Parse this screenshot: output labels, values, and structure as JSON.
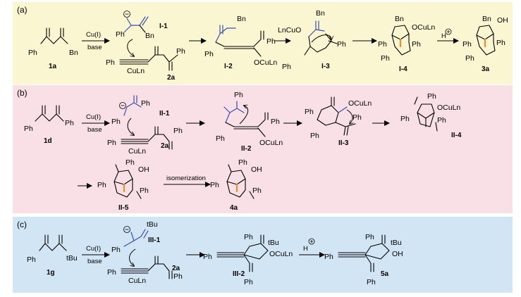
{
  "colors": {
    "panel_a": "#fbf6d2",
    "panel_b": "#f9dfe6",
    "panel_c": "#d2e5f5",
    "blue_bond": "#3a4fb0",
    "orange_bond": "#e8902a"
  },
  "panels": {
    "a": {
      "label": "(a)",
      "start": "1a",
      "start_groups": {
        "ph": "Ph",
        "bn": "Bn"
      },
      "conditions": {
        "catalyst": "Cu(I)",
        "base": "base"
      },
      "reagent": "2a",
      "intermediates": [
        "I-1",
        "I-2",
        "I-3",
        "I-4"
      ],
      "product": "3a",
      "acid": "H",
      "texts": {
        "i1_bn": "Bn",
        "i1_ph": "Ph",
        "r_ph": "Ph",
        "r_ph2": "Ph",
        "r_cul": "CuLn",
        "i2_bn": "Bn",
        "i2_ph": "Ph",
        "i2_ph2": "Ph",
        "i2_ocul": "OCuLn",
        "i3_bn": "Bn",
        "i3_lncu": "LnCuO",
        "i3_ph": "Ph",
        "i3_ph2": "Ph",
        "i4_bn": "Bn",
        "i4_ocul": "OCuLn",
        "i4_ph": "Ph",
        "i4_ph2": "Ph",
        "i4_ph3": "Ph",
        "p_bn": "Bn",
        "p_oh": "OH",
        "p_ph": "Ph",
        "p_ph2": "Ph",
        "p_ph3": "Ph"
      }
    },
    "b": {
      "label": "(b)",
      "start": "1d",
      "start_groups": {
        "ph": "Ph",
        "ph2": "Ph"
      },
      "conditions": {
        "catalyst": "Cu(I)",
        "base": "base"
      },
      "reagent": "2a",
      "intermediates": [
        "II-1",
        "II-2",
        "II-3",
        "II-4",
        "II-5"
      ],
      "isomerization": "isomerization",
      "product": "4a",
      "texts": {
        "ii1_ph": "Ph",
        "ii1_ph2": "Ph",
        "r_ph": "Ph",
        "r_ph2": "Ph",
        "r_cul": "CuLn",
        "ii2_ph": "Ph",
        "ii2_ph2": "Ph",
        "ii2_ph3": "Ph",
        "ii2_ocul": "OCuLn",
        "ii3_ph": "Ph",
        "ii3_ph2": "Ph",
        "ii3_ph3": "Ph",
        "ii3_ocul": "OCuLn",
        "ii4_ph": "Ph",
        "ii4_ph2": "Ph",
        "ii4_ph3": "Ph",
        "ii4_ocul": "OCuLn",
        "ii5_ph": "Ph",
        "ii5_ph2": "Ph",
        "ii5_ph3": "Ph",
        "ii5_oh": "OH",
        "p_ph": "Ph",
        "p_ph2": "Ph",
        "p_ph3": "Ph",
        "p_oh": "OH"
      }
    },
    "c": {
      "label": "(c)",
      "start": "1g",
      "start_groups": {
        "ph": "Ph",
        "tbu": "tBu"
      },
      "conditions": {
        "catalyst": "Cu(I)",
        "base": "base"
      },
      "reagent": "2a",
      "intermediates": [
        "III-1",
        "III-2"
      ],
      "product": "5a",
      "acid": "H",
      "texts": {
        "iii1_tbu": "tBu",
        "iii1_ph": "Ph",
        "r_ph": "Ph",
        "r_ph2": "Ph",
        "r_cul": "CuLn",
        "iii2_ph": "Ph",
        "iii2_ph2": "Ph",
        "iii2_ph3": "Ph",
        "iii2_tbu": "tBu",
        "iii2_ocul": "OCuLn",
        "p_ph": "Ph",
        "p_ph2": "Ph",
        "p_ph3": "Ph",
        "p_tbu": "tBu",
        "p_oh": "OH"
      }
    }
  }
}
